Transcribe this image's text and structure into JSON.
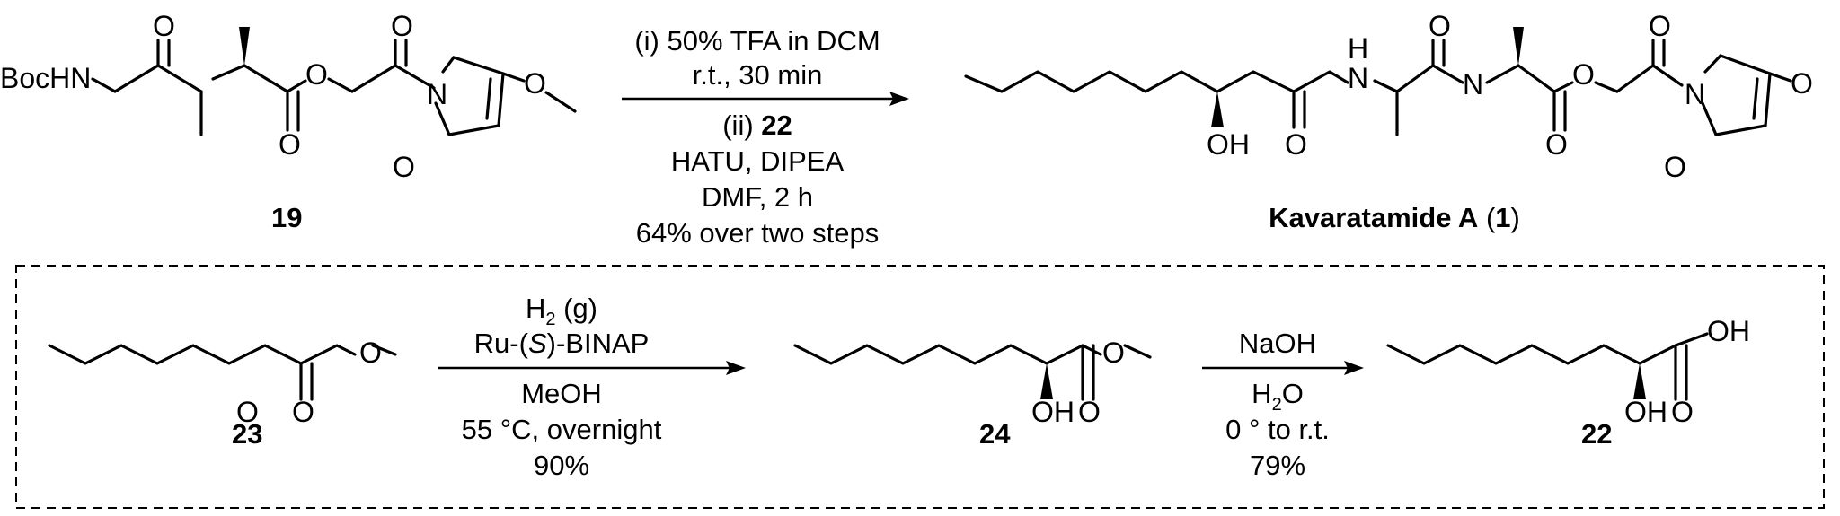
{
  "reaction_top": {
    "start_label": "19",
    "start_protecting_group": "BocHN",
    "conditions": {
      "step1_line1": "(i) 50% TFA in DCM",
      "step1_line2": "r.t., 30 min",
      "step2_prefix": "(ii) ",
      "step2_reagent_ref": "22",
      "line3": "HATU, DIPEA",
      "line4": "DMF, 2 h",
      "line5": "64% over two steps"
    },
    "product": {
      "name": "Kavaratamide A",
      "open_paren": " (",
      "number": "1",
      "close_paren": ")"
    }
  },
  "reaction_bottom": {
    "compound_23": "23",
    "compound_24": "24",
    "compound_22": "22",
    "step_a": {
      "reagent_h": "H",
      "reagent_sub": "2",
      "reagent_rest": " (g)",
      "catalyst_prefix": "Ru-(",
      "catalyst_italic": "S",
      "catalyst_suffix": ")-BINAP",
      "solvent": "MeOH",
      "temperature": "55 °C, overnight",
      "yield": "90%"
    },
    "step_b": {
      "reagent": "NaOH",
      "solvent_h": "H",
      "solvent_sub": "2",
      "solvent_rest": "O",
      "temperature": "0 ° to r.t.",
      "yield": "79%"
    }
  },
  "atoms": {
    "o": "O",
    "n": "N",
    "h": "H",
    "oh": "OH"
  }
}
